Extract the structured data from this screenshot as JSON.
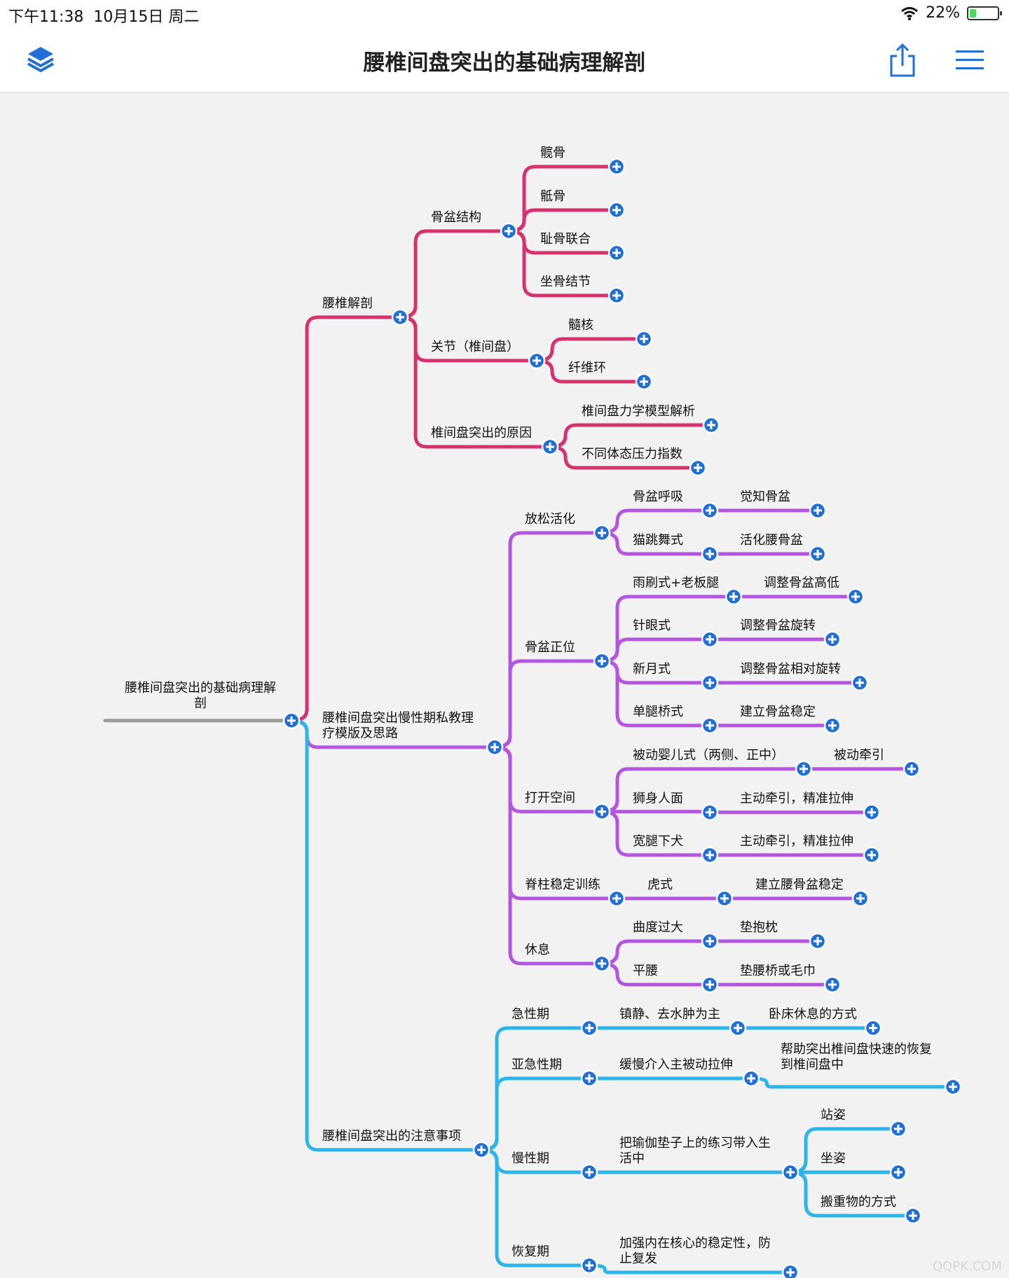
{
  "status": {
    "time": "下午11:38",
    "date": "10月15日 周二",
    "battery": "22%",
    "battery_level": 0.22
  },
  "nav": {
    "title": "腰椎间盘突出的基础病理解剖",
    "left_icon": "layers-icon",
    "share_icon": "share-icon",
    "menu_icon": "hamburger-menu-icon"
  },
  "colors": {
    "root": "#9b9b9b",
    "anatomy": "#d6336c",
    "therapy": "#b455e0",
    "precautions": "#2bb5e8",
    "expand_button": "#1f6fd6"
  },
  "mindmap": {
    "root": {
      "lines": [
        "腰椎间盘突出的基础病理解",
        "剖"
      ]
    },
    "branches": [
      {
        "key": "anatomy",
        "label": "腰椎解剖",
        "children": [
          {
            "key": "pelvis",
            "label": "骨盆结构",
            "children": [
              {
                "key": "ilium",
                "label": "髋骨"
              },
              {
                "key": "sacrum",
                "label": "骶骨"
              },
              {
                "key": "pubic",
                "label": "耻骨联合"
              },
              {
                "key": "ischial",
                "label": "坐骨结节"
              }
            ]
          },
          {
            "key": "joint",
            "label": "关节（椎间盘）",
            "children": [
              {
                "key": "nucleus",
                "label": "髓核"
              },
              {
                "key": "annulus",
                "label": "纤维环"
              }
            ]
          },
          {
            "key": "cause",
            "label": "椎间盘突出的原因",
            "children": [
              {
                "key": "mechanics",
                "label": "椎间盘力学模型解析"
              },
              {
                "key": "pressure",
                "label": "不同体态压力指数"
              }
            ]
          }
        ]
      },
      {
        "key": "therapy",
        "lines": [
          "腰椎间盘突出慢性期私教理",
          "疗模版及思路"
        ],
        "children": [
          {
            "key": "relax",
            "label": "放松活化",
            "children": [
              {
                "key": "breath",
                "label": "骨盆呼吸",
                "child": "觉知骨盆"
              },
              {
                "key": "cat",
                "label": "猫跳舞式",
                "child": "活化腰骨盆"
              }
            ]
          },
          {
            "key": "align",
            "label": "骨盆正位",
            "children": [
              {
                "key": "wiper",
                "label": "雨刷式+老板腿",
                "child": "调整骨盆高低"
              },
              {
                "key": "needle",
                "label": "针眼式",
                "child": "调整骨盆旋转"
              },
              {
                "key": "moon",
                "label": "新月式",
                "child": "调整骨盆相对旋转"
              },
              {
                "key": "bridge",
                "label": "单腿桥式",
                "child": "建立骨盆稳定"
              }
            ]
          },
          {
            "key": "space",
            "label": "打开空间",
            "children": [
              {
                "key": "baby",
                "label": "被动婴儿式（两侧、正中）",
                "child": "被动牵引"
              },
              {
                "key": "sphinx",
                "label": "狮身人面",
                "child": "主动牵引，精准拉伸"
              },
              {
                "key": "dog",
                "label": "宽腿下犬",
                "child": "主动牵引，精准拉伸"
              }
            ]
          },
          {
            "key": "stability",
            "label": "脊柱稳定训练",
            "children": [
              {
                "key": "tiger",
                "label": "虎式",
                "child": "建立腰骨盆稳定"
              }
            ]
          },
          {
            "key": "rest",
            "label": "休息",
            "children": [
              {
                "key": "curve",
                "label": "曲度过大",
                "child": "垫抱枕"
              },
              {
                "key": "flat",
                "label": "平腰",
                "child": "垫腰桥或毛巾"
              }
            ]
          }
        ]
      },
      {
        "key": "precautions",
        "label": "腰椎间盘突出的注意事项",
        "children": [
          {
            "key": "acute",
            "label": "急性期",
            "children": [
              {
                "key": "calm",
                "label": "镇静、去水肿为主",
                "child": "卧床休息的方式"
              }
            ]
          },
          {
            "key": "subacute",
            "label": "亚急性期",
            "children": [
              {
                "key": "slow",
                "label": "缓慢介入主被动拉伸",
                "child_lines": [
                  "帮助突出椎间盘快速的恢复",
                  "到椎间盘中"
                ]
              }
            ]
          },
          {
            "key": "chronic",
            "label": "慢性期",
            "children": [
              {
                "key": "bring",
                "lines": [
                  "把瑜伽垫子上的练习带入生",
                  "活中"
                ],
                "children": [
                  {
                    "key": "stand",
                    "label": "站姿"
                  },
                  {
                    "key": "sit",
                    "label": "坐姿"
                  },
                  {
                    "key": "lift",
                    "label": "搬重物的方式"
                  }
                ]
              }
            ]
          },
          {
            "key": "recovery",
            "label": "恢复期",
            "children": [
              {
                "key": "core",
                "lines": [
                  "加强内在核心的稳定性，防",
                  "止复发"
                ]
              }
            ]
          }
        ]
      }
    ]
  }
}
